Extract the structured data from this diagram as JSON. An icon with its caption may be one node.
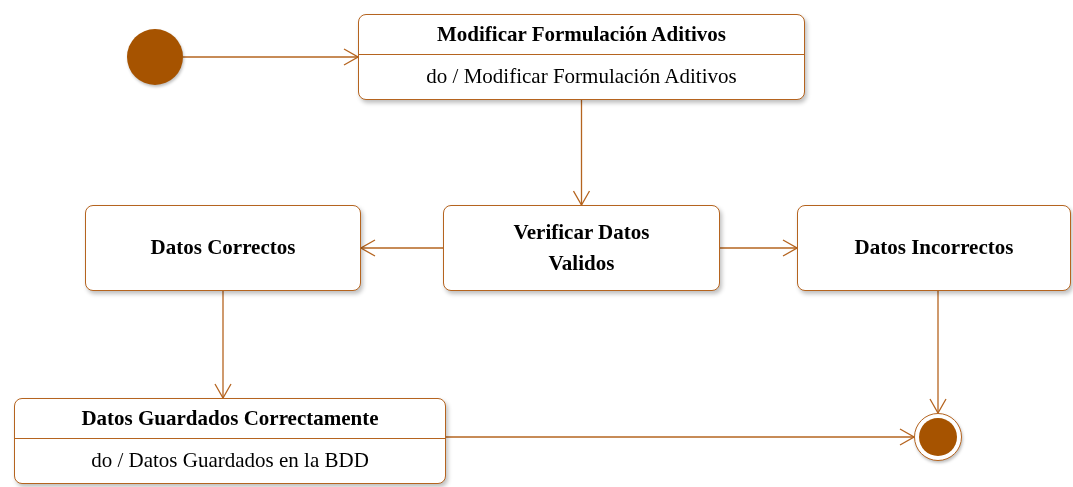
{
  "diagram": {
    "nodes": [
      {
        "text": [],
        "shape": "circle"
      },
      {
        "text": [
          "Modificar Formulación Aditivos",
          "do / Modificar Formulación Aditivos"
        ]
      },
      {
        "text": [
          "Verificar Datos Validos"
        ]
      },
      {
        "text": [
          "Datos Correctos"
        ]
      },
      {
        "text": [
          "Datos Incorrectos"
        ]
      },
      {
        "text": [
          "Datos Guardados Correctamente",
          "do / Datos Guardados en la BDD"
        ]
      },
      {
        "text": [],
        "shape": "circle"
      }
    ],
    "edges": [
      {
        "from": 0,
        "to": 1,
        "arrow": "to"
      },
      {
        "from": 1,
        "to": 2,
        "arrow": "to"
      },
      {
        "from": 2,
        "to": 3,
        "arrow": "to"
      },
      {
        "from": 2,
        "to": 4,
        "arrow": "to"
      },
      {
        "from": 3,
        "to": 5,
        "arrow": "to"
      },
      {
        "from": 4,
        "to": 6,
        "arrow": "to"
      },
      {
        "from": 5,
        "to": 6,
        "arrow": "to"
      }
    ]
  }
}
